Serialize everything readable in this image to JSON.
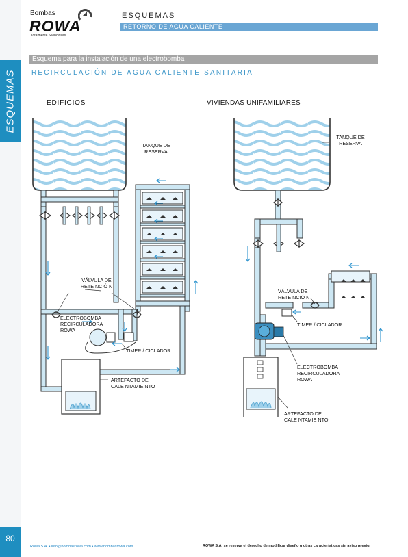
{
  "brand": {
    "small": "Bombas",
    "name": "ROWA",
    "tagline": "Totalmente Silenciosas"
  },
  "header": {
    "section": "ESQUEMAS",
    "subtitle": "RETORNO DE AGUA CALIENTE"
  },
  "side_tab": "ESQUEMAS",
  "intro_bar": "Esquema para la instalación de una electrobomba",
  "blue_heading": "RECIRCULACIÓN DE AGUA CALIENTE SANITARIA",
  "left_diagram": {
    "title": "EDIFICIOS",
    "tank_label": [
      "TANQUE DE",
      "RESERVA"
    ],
    "valve_label": [
      "VÁLVULA DE",
      "RETE  NCIÓ N"
    ],
    "pump_label": [
      "ELECTROBOMBA",
      "RECIRCULADORA",
      "ROWA"
    ],
    "timer_label": "TIMER / CICLADOR",
    "heater_label": [
      "ARTEFACTO DE",
      "CALE  NTAMIE NTO"
    ]
  },
  "right_diagram": {
    "title": "VIVIENDAS UNIFAMILIARES",
    "tank_label": [
      "TANQUE DE",
      "RESERVA"
    ],
    "valve_label": [
      "VÁLVULA DE",
      "RETE  NCIÓ N"
    ],
    "timer_label": "TIMER / CICLADOR",
    "pump_label": [
      "ELECTROBOMBA",
      "RECIRCULADORA",
      "ROWA"
    ],
    "heater_label": [
      "ARTEFACTO DE",
      "CALE  NTAMIE NTO"
    ]
  },
  "colors": {
    "accent": "#1e8ec0",
    "pipe_fill": "#cde7f3",
    "pipe_stroke": "#333333",
    "water": "#b9dcef",
    "arrow": "#2f95cf"
  },
  "footer": {
    "page_number": "80",
    "left": "Rowa S.A.  •  info@bombasrowa.com  •  www.bombasrowa.com",
    "right": "ROWA S.A. se reserva el derecho de modificar diseño u otras características sin aviso previo."
  }
}
